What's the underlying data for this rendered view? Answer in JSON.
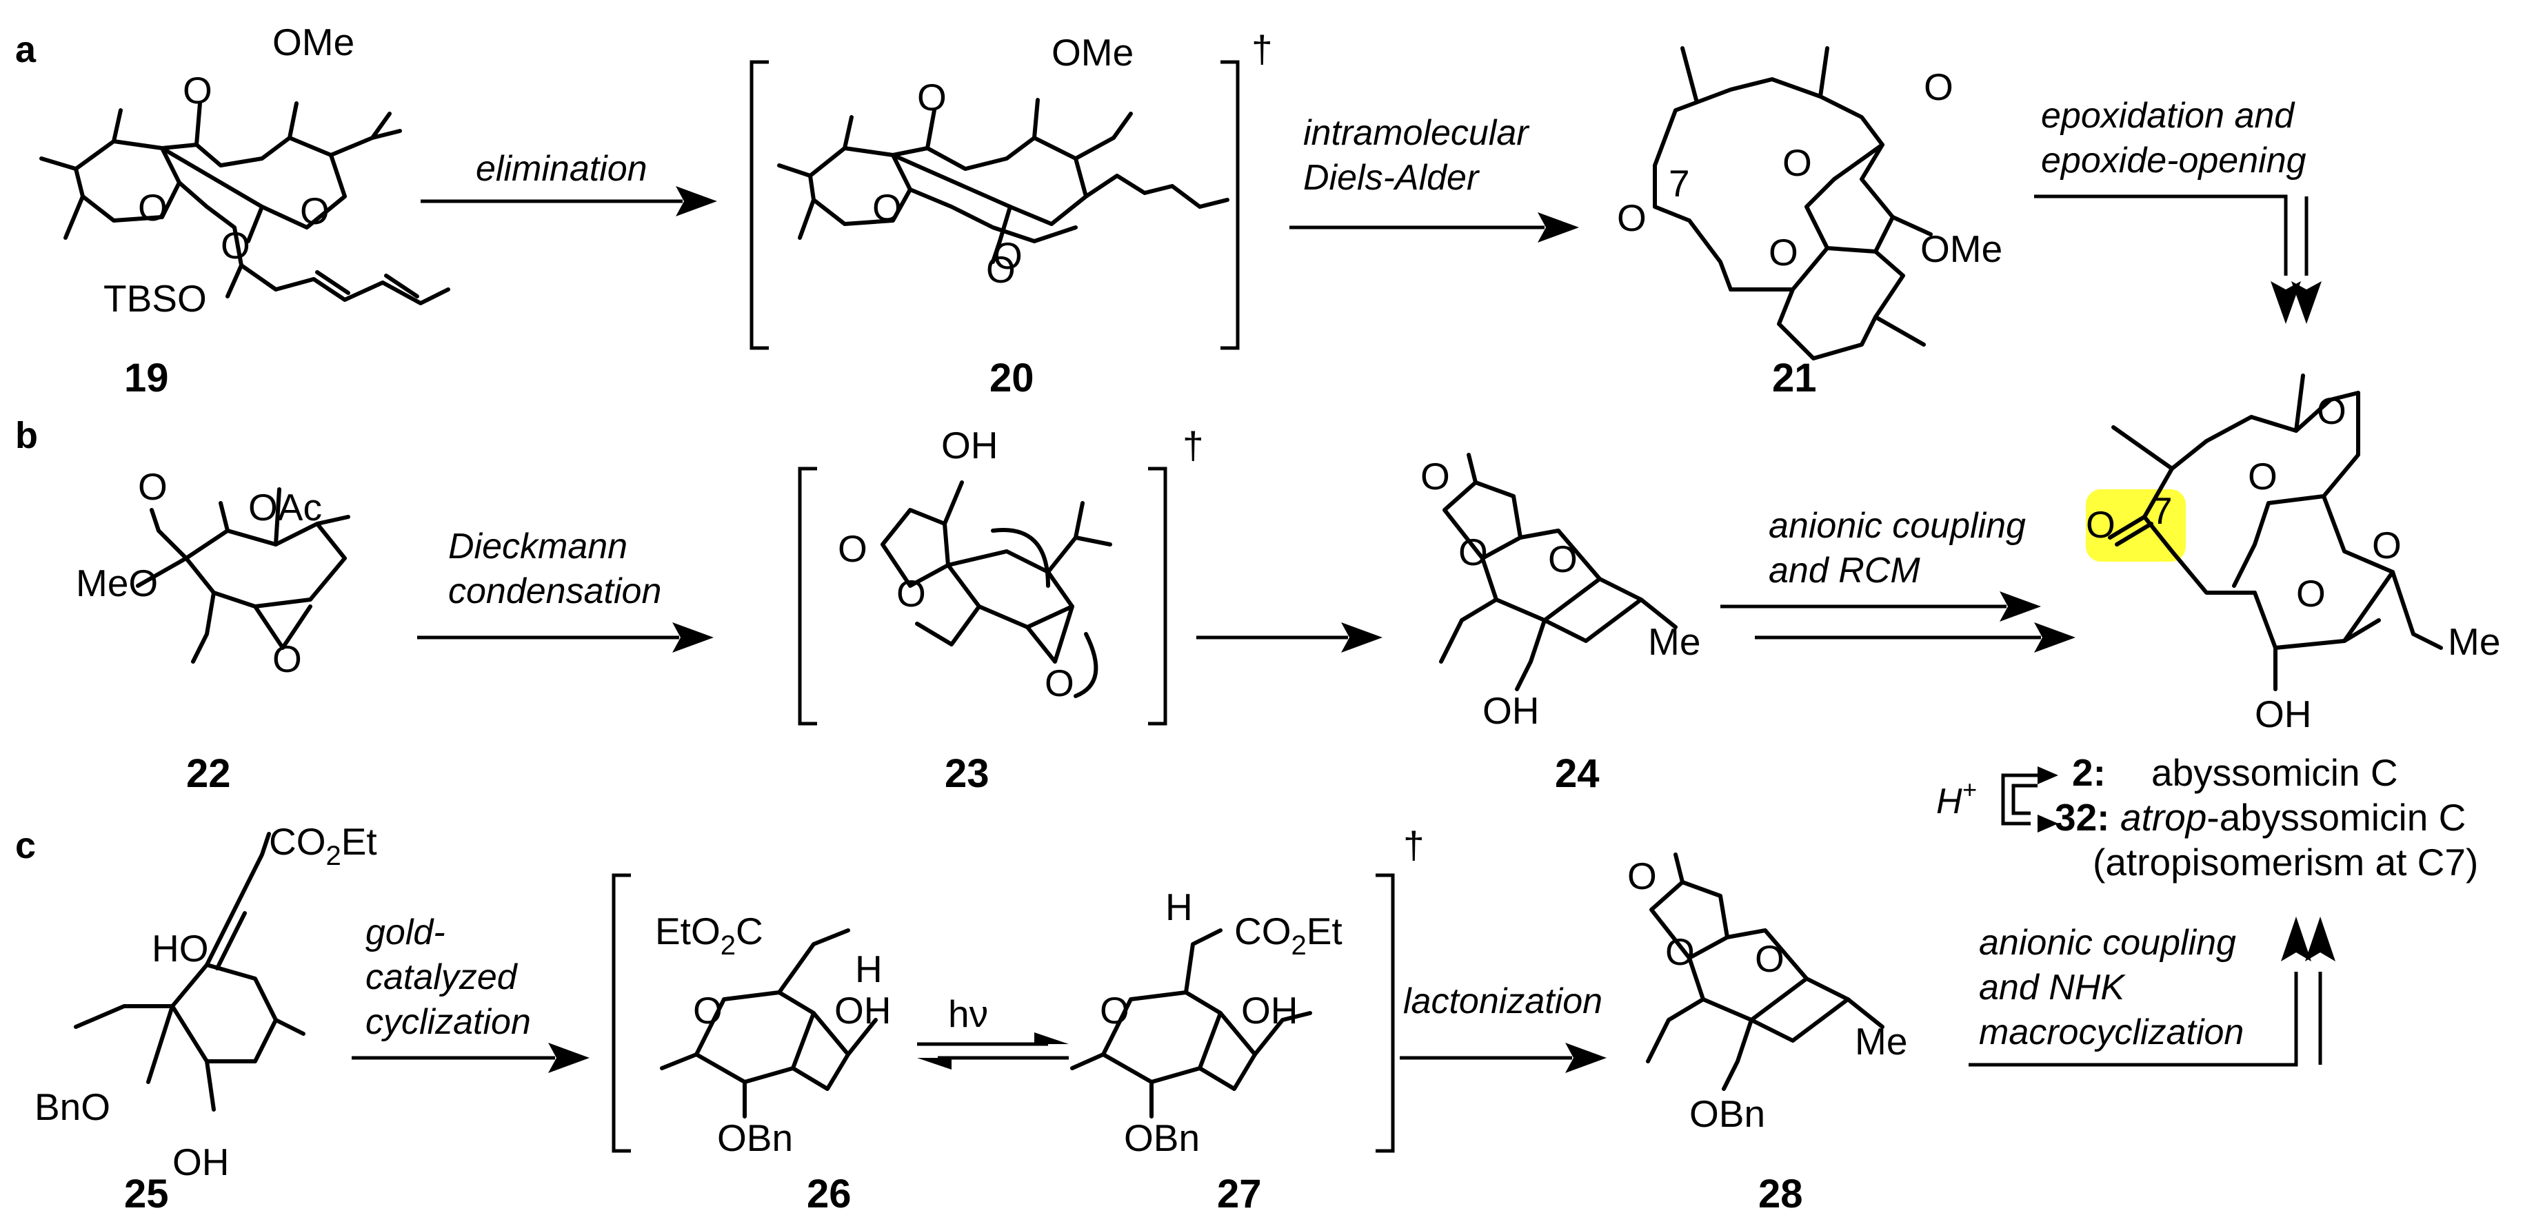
{
  "panels": {
    "a": "a",
    "b": "b",
    "c": "c"
  },
  "dagger": "†",
  "compounds": {
    "c19": "19",
    "c20": "20",
    "c21": "21",
    "c22": "22",
    "c23": "23",
    "c24": "24",
    "c25": "25",
    "c26": "26",
    "c27": "27",
    "c28": "28"
  },
  "arrows": {
    "elimination": "elimination",
    "intramolecular_1": "intramolecular",
    "intramolecular_2": "Diels-Alder",
    "epox_1": "epoxidation and",
    "epox_2": "epoxide-opening",
    "dieckmann_1": "Dieckmann",
    "dieckmann_2": "condensation",
    "anionic_b_1": "anionic coupling",
    "anionic_b_2": "and RCM",
    "gold_1": "gold-",
    "gold_2": "catalyzed",
    "gold_3": "cyclization",
    "hv": "hν",
    "lactonization": "lactonization",
    "anionic_c_1": "anionic coupling",
    "anionic_c_2": "and NHK",
    "anionic_c_3": "macrocyclization"
  },
  "atoms": {
    "OMe": "OMe",
    "O": "O",
    "TBSO": "TBSO",
    "OAc": "OAc",
    "MeO": "MeO",
    "OH": "OH",
    "Me": "Me",
    "HO": "HO",
    "BnO": "BnO",
    "OBn": "OBn",
    "CO2Et_a": "CO",
    "CO2Et_b": "2",
    "CO2Et_c": "Et",
    "EtO2C_a": "EtO",
    "EtO2C_b": "2",
    "EtO2C_c": "C",
    "H": "H",
    "seven": "7"
  },
  "products": {
    "hplus_h": "H",
    "hplus_sup": "+",
    "p2_num": "2:",
    "p2_name": "abyssomicin C",
    "p32_num": "32:",
    "p32_italic": "atrop",
    "p32_rest": "-abyssomicin C",
    "p32_note": "(atropisomerism at C7)"
  },
  "colors": {
    "highlight": "#FFFF3C",
    "ink": "#000000",
    "background": "#FFFFFF"
  }
}
